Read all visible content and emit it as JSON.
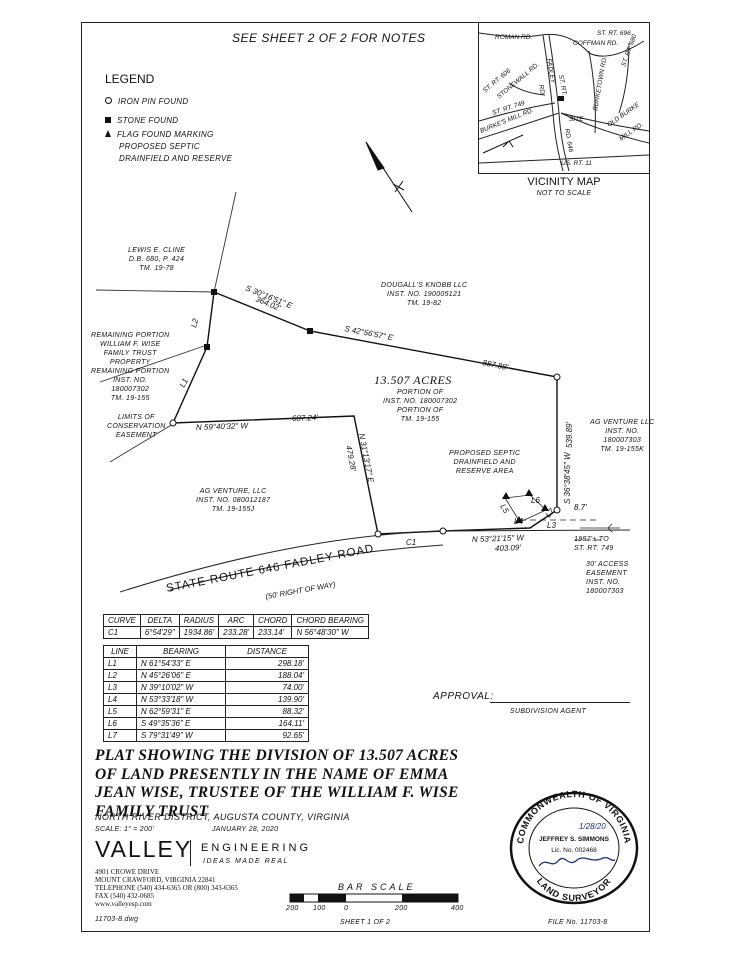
{
  "header_note": "SEE SHEET 2 OF 2 FOR NOTES",
  "legend": {
    "title": "LEGEND",
    "items": [
      {
        "symbol": "circle",
        "label": "IRON PIN FOUND"
      },
      {
        "symbol": "square",
        "label": "STONE FOUND"
      },
      {
        "symbol": "triangle",
        "label": "FLAG FOUND MARKING",
        "lines": [
          "PROPOSED SEPTIC",
          "DRAINFIELD AND RESERVE"
        ]
      }
    ]
  },
  "vicinity_map": {
    "title": "VICINITY MAP",
    "subtitle": "NOT TO SCALE",
    "labels": {
      "roman": "ROMAN RD.",
      "coffman_rt": "ST. RT. 696",
      "coffman": "COFFMAN RD.",
      "rt680": "ST. RT. 680",
      "rt606": "ST. RT. 606",
      "stonewall": "STONEWALL RD.",
      "fadley_a": "FADLEY",
      "fadley_b": "RD.",
      "rt646": "ST. RT.",
      "rt749": "ST. RT. 749",
      "burkes": "BURKE'S MILL RD.",
      "site": "SITE",
      "burketown": "BURKETOWN RD.",
      "oldburke": "OLD BURKE",
      "mill": "MILL RD.",
      "rd646": "RD. 646",
      "us11": "US. RT. 11"
    }
  },
  "owners": {
    "cline": [
      "LEWIS E. CLINE",
      "D.B. 680, P. 424",
      "TM. 19-78"
    ],
    "knobb": [
      "DOUGALL'S KNOBB LLC",
      "INST. NO. 190005121",
      "TM. 19-82"
    ],
    "remaining": [
      "REMAINING PORTION",
      "WILLIAM F. WISE",
      "FAMILY TRUST",
      "PROPERTY",
      "REMAINING PORTION",
      "INST. NO.",
      "180007302",
      "TM. 19-155"
    ],
    "limits": [
      "LIMITS OF",
      "CONSERVATION",
      "EASEMENT"
    ],
    "acres_title": "13.507 ACRES",
    "acres": [
      "PORTION OF",
      "INST. NO. 180007302",
      "PORTION OF",
      "TM. 19-155"
    ],
    "agv_right": [
      "AG VENTURE LLC",
      "INST. NO.",
      "180007303",
      "TM. 19-155K"
    ],
    "agv_left": [
      "AG VENTURE, LLC",
      "INST. NO. 080012187",
      "TM. 19-155J"
    ],
    "septic": [
      "PROPOSED SEPTIC",
      "DRAINFIELD AND",
      "RESERVE AREA"
    ],
    "access": [
      "30' ACCESS",
      "EASEMENT",
      "INST. NO.",
      "180007303"
    ],
    "to749": [
      "1987'± TO",
      "ST. RT. 749"
    ]
  },
  "road": {
    "name": "STATE ROUTE 646  FADLEY ROAD",
    "row": "(50' RIGHT OF WAY)"
  },
  "bearings": {
    "b1": "S 30°16'51\" E",
    "d1": "364.02'",
    "b2": "S 42°56'57\" E",
    "d2": "887.88'",
    "b3": "S 36°38'45\" W",
    "d3": "539.89'",
    "b4": "N 53°21'15\" W",
    "d4": "403.09'",
    "b5": "N 31°13'17\" E",
    "d5": "479.28'",
    "b6": "N 59°40'32\" W",
    "d6": "687.24'",
    "c1": "C1",
    "dim87": "8.7'"
  },
  "line_labels": [
    "L1",
    "L2",
    "L3",
    "L4",
    "L5",
    "L6",
    "L7"
  ],
  "curve_table": {
    "headers": [
      "CURVE",
      "DELTA",
      "RADIUS",
      "ARC",
      "CHORD",
      "CHORD BEARING"
    ],
    "rows": [
      [
        "C1",
        "6°54'29\"",
        "1934.86'",
        "233.28'",
        "233.14'",
        "N 56°48'30\" W"
      ]
    ]
  },
  "line_table": {
    "headers": [
      "LINE",
      "BEARING",
      "DISTANCE"
    ],
    "rows": [
      [
        "L1",
        "N 61°54'33\" E",
        "298.18'"
      ],
      [
        "L2",
        "N 45°26'06\" E",
        "188.04'"
      ],
      [
        "L3",
        "N 39°10'02\" W",
        "74.00'"
      ],
      [
        "L4",
        "N 53°33'18\" W",
        "139.90'"
      ],
      [
        "L5",
        "N 62°59'31\" E",
        "88.32'"
      ],
      [
        "L6",
        "S 49°35'36\" E",
        "164.11'"
      ],
      [
        "L7",
        "S 79°31'49\" W",
        "92.65'"
      ]
    ]
  },
  "approval": {
    "label": "APPROVAL:",
    "role": "SUBDIVISION AGENT"
  },
  "title_block": {
    "lines": [
      "PLAT SHOWING THE  DIVISION OF 13.507 ACRES",
      "OF LAND PRESENTLY IN THE NAME OF EMMA",
      "JEAN WISE, TRUSTEE OF THE WILLIAM F. WISE",
      "FAMILY TRUST"
    ],
    "district": "NORTH RIVER DISTRICT, AUGUSTA COUNTY, VIRGINIA",
    "scale": "SCALE:  1\" = 200'",
    "date": "JANUARY 28, 2020"
  },
  "company": {
    "name": "VALLEY",
    "division": "ENGINEERING",
    "tagline": "IDEAS MADE REAL",
    "address": [
      "4901 CROWE DRIVE",
      "MOUNT CRAWFORD, VIRGINIA 22841",
      "TELEPHONE (540) 434-6365 OR (800) 343-6365",
      "FAX (540) 432-0685",
      "www.valleyesp.com"
    ],
    "dwg": "11703-8.dwg"
  },
  "bar_scale": {
    "title": "BAR   SCALE",
    "ticks": [
      "200",
      "100",
      "0",
      "200",
      "400"
    ]
  },
  "sheet": "SHEET 1 OF 2",
  "file_no": "FILE No. 11703-8",
  "seal": {
    "ring_top": "COMMONWEALTH OF VIRGINIA",
    "ring_bottom": "LAND SURVEYOR",
    "date": "1/28/20",
    "name": "JEFFREY S. SIMMONS",
    "lic": "Lic. No. 002468"
  }
}
